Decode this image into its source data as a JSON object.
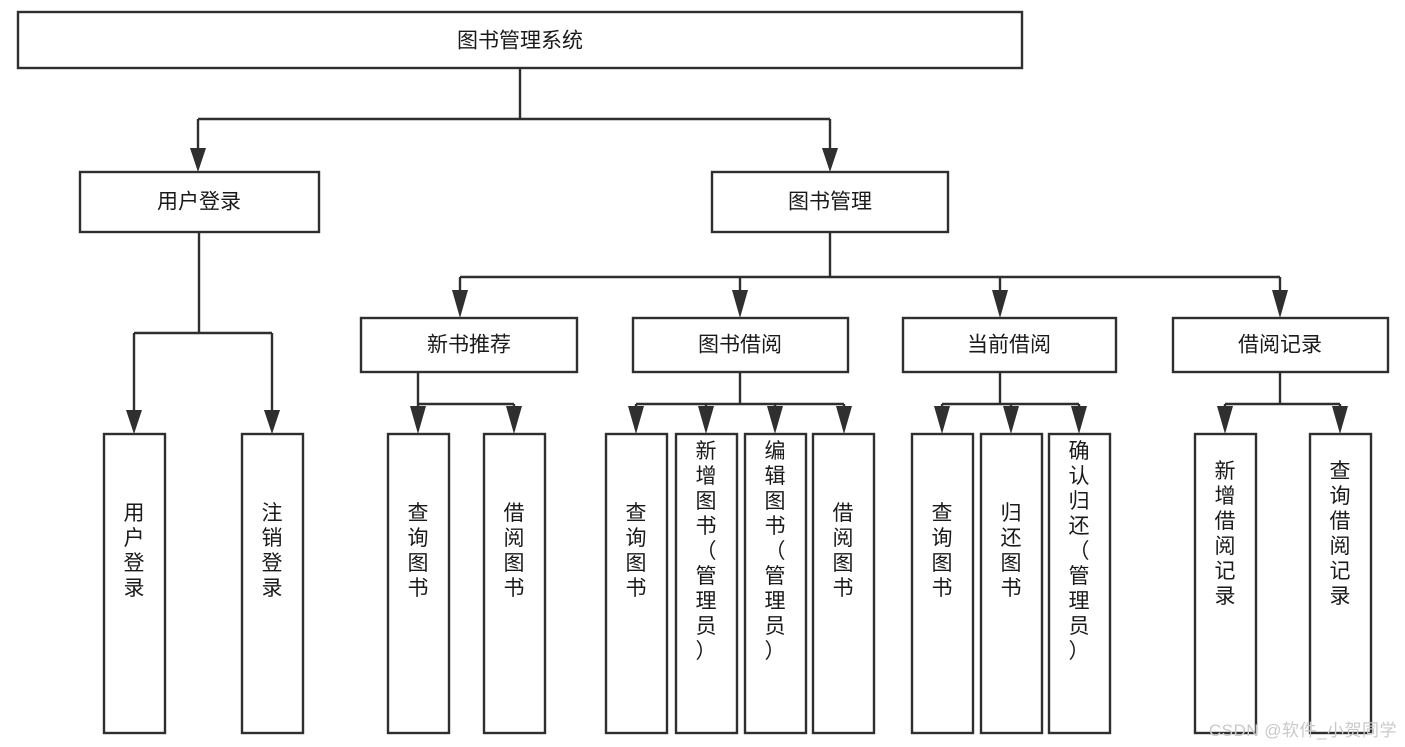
{
  "diagram": {
    "type": "hierarchy-tree",
    "title": "图书管理系统",
    "watermark": "CSDN @软件_小贺同学",
    "levels": {
      "root": {
        "label": "图书管理系统"
      },
      "level2": [
        {
          "id": "user-login",
          "label": "用户登录"
        },
        {
          "id": "book-manage",
          "label": "图书管理"
        }
      ],
      "level3": [
        {
          "id": "new-book-recommend",
          "label": "新书推荐",
          "parent": "book-manage"
        },
        {
          "id": "book-borrow",
          "label": "图书借阅",
          "parent": "book-manage"
        },
        {
          "id": "current-borrow",
          "label": "当前借阅",
          "parent": "book-manage"
        },
        {
          "id": "borrow-record",
          "label": "借阅记录",
          "parent": "book-manage"
        }
      ],
      "leaves": [
        {
          "id": "leaf-user-login",
          "label": "用户登录",
          "parent": "user-login"
        },
        {
          "id": "leaf-logout-login",
          "label": "注销登录",
          "parent": "user-login"
        },
        {
          "id": "leaf-query-book-1",
          "label": "查询图书",
          "parent": "new-book-recommend"
        },
        {
          "id": "leaf-borrow-book-1",
          "label": "借阅图书",
          "parent": "new-book-recommend"
        },
        {
          "id": "leaf-query-book-2",
          "label": "查询图书",
          "parent": "book-borrow"
        },
        {
          "id": "leaf-add-book",
          "label": "新增图书（管理员）",
          "parent": "book-borrow"
        },
        {
          "id": "leaf-edit-book",
          "label": "编辑图书（管理员）",
          "parent": "book-borrow"
        },
        {
          "id": "leaf-borrow-book-2",
          "label": "借阅图书",
          "parent": "book-borrow"
        },
        {
          "id": "leaf-query-book-3",
          "label": "查询图书",
          "parent": "current-borrow"
        },
        {
          "id": "leaf-return-book",
          "label": "归还图书",
          "parent": "current-borrow"
        },
        {
          "id": "leaf-confirm-return",
          "label": "确认归还（管理员）",
          "parent": "current-borrow"
        },
        {
          "id": "leaf-add-record",
          "label": "新增借阅记录",
          "parent": "borrow-record"
        },
        {
          "id": "leaf-query-record",
          "label": "查询借阅记录",
          "parent": "borrow-record"
        }
      ]
    },
    "colors": {
      "stroke": "#2f2f2f",
      "fill": "#ffffff",
      "text": "#1a1a1a",
      "watermark": "#c9c9c9"
    }
  }
}
